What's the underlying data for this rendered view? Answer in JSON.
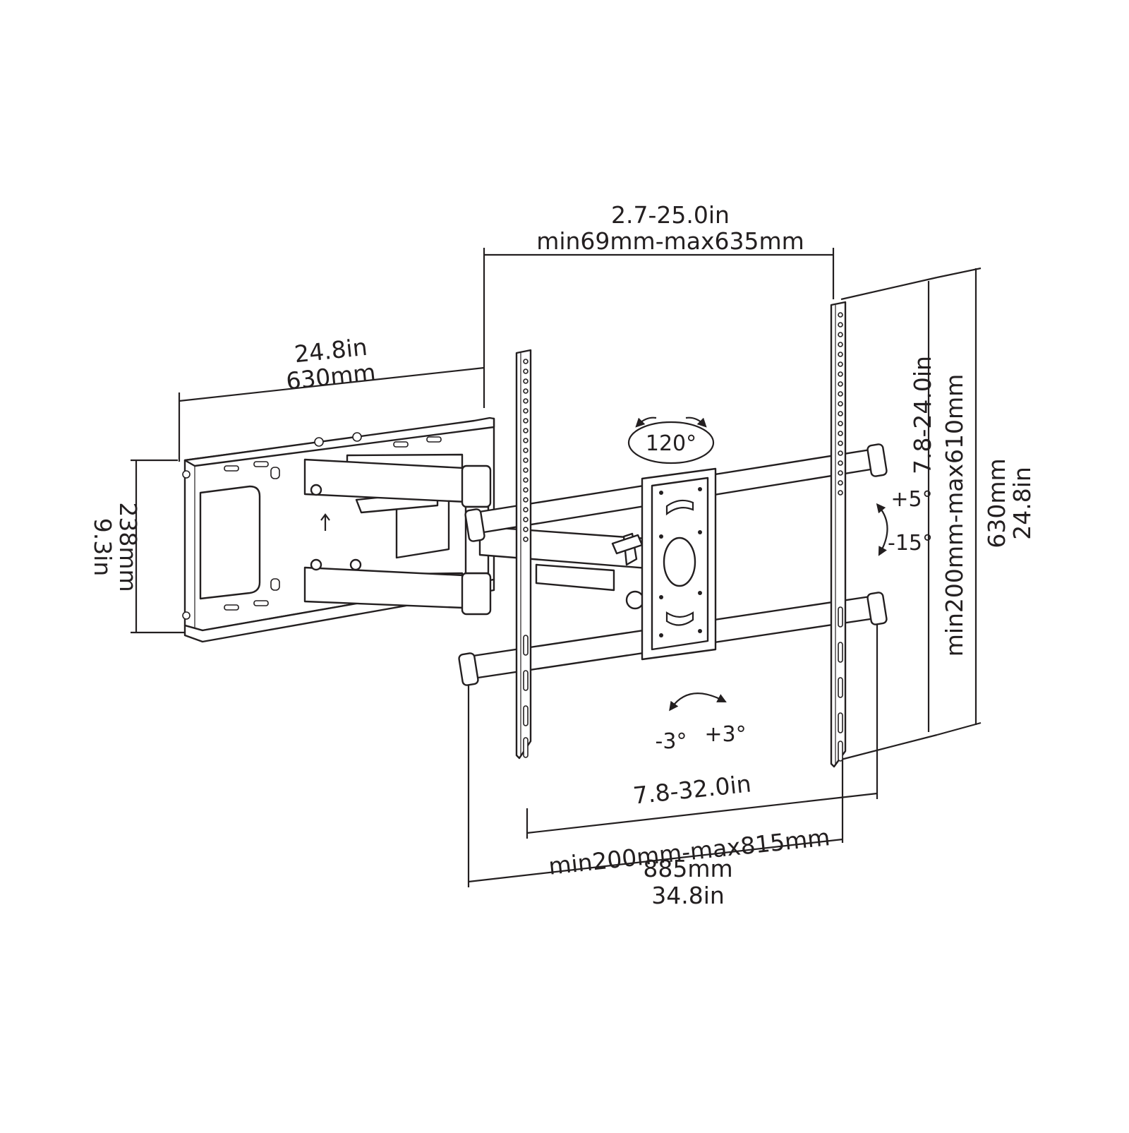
{
  "diagram": {
    "dimensions": {
      "vesa_horizontal_top": {
        "inches": "2.7-25.0in",
        "mm": "min69mm-max635mm"
      },
      "wall_plate_width": {
        "inches": "24.8in",
        "mm": "630mm"
      },
      "wall_plate_height": {
        "mm": "238mm",
        "inches": "9.3in"
      },
      "vesa_vertical": {
        "inches": "7.8-24.0in",
        "mm": "min200mm-max610mm"
      },
      "overall_height": {
        "mm": "630mm",
        "inches": "24.8in"
      },
      "vesa_horizontal_bottom": {
        "inches": "7.8-32.0in",
        "mm": "min200mm-max815mm"
      },
      "overall_width": {
        "mm": "885mm",
        "inches": "34.8in"
      }
    },
    "angles": {
      "swivel": "120°",
      "tilt_up": "+5°",
      "tilt_down": "-15°",
      "rotate_left": "-3°",
      "rotate_right": "+3°"
    },
    "colors": {
      "line": "#231f20",
      "background": "#ffffff"
    }
  }
}
